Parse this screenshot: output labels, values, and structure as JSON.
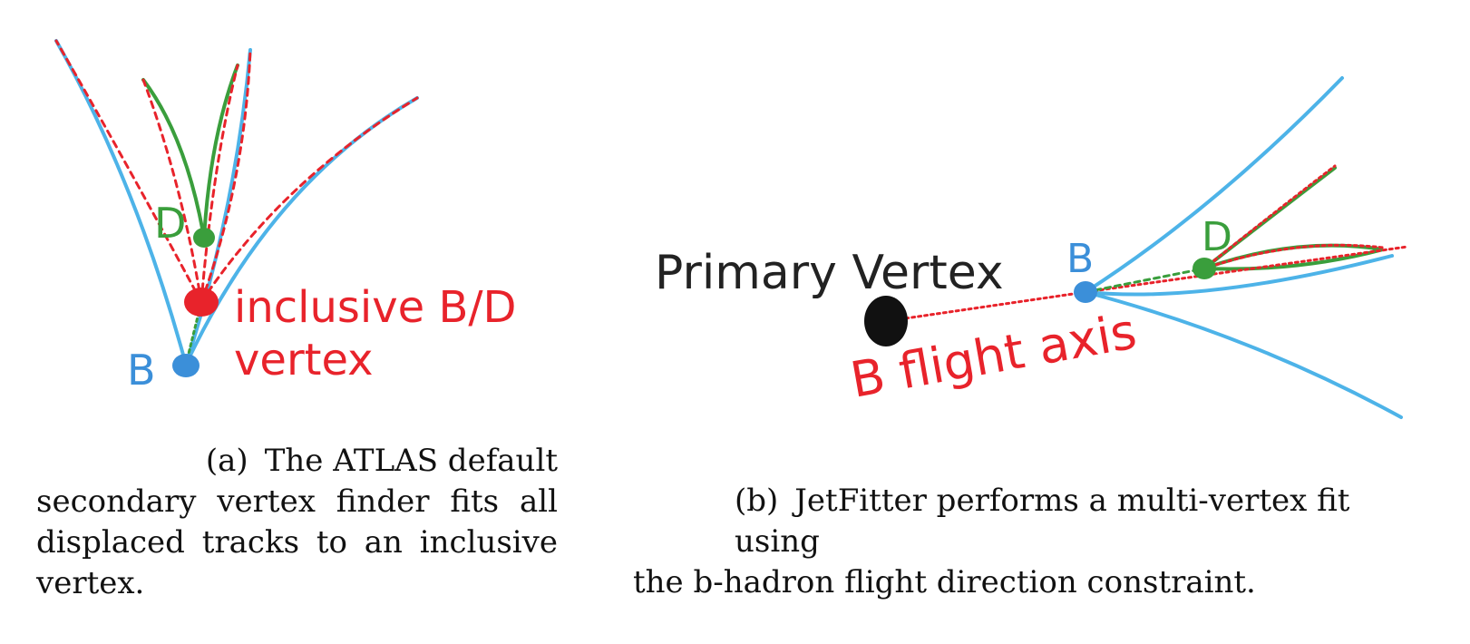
{
  "colors": {
    "blue_track": "#4db3e8",
    "green_track": "#3a9e3c",
    "red_fit": "#e8232b",
    "vertex_blue": "#3b8fd9",
    "vertex_green": "#3a9e3c",
    "vertex_red": "#e8232b",
    "primary_vertex": "#111111"
  },
  "panel_a": {
    "labels": {
      "d": "D",
      "b": "B",
      "inclusive_line1": "inclusive B/D",
      "inclusive_line2": "vertex"
    },
    "caption": {
      "tag": "(a)",
      "first_line": "The ATLAS default",
      "rest": "secondary vertex finder fits all displaced tracks to an inclusive vertex."
    }
  },
  "panel_b": {
    "labels": {
      "primary_vertex": "Primary Vertex",
      "b": "B",
      "d": "D",
      "flight_axis": "B flight axis"
    },
    "caption": {
      "tag": "(b)",
      "first_line": "JetFitter performs a multi-vertex fit using",
      "rest": "the b-hadron flight direction constraint."
    }
  }
}
